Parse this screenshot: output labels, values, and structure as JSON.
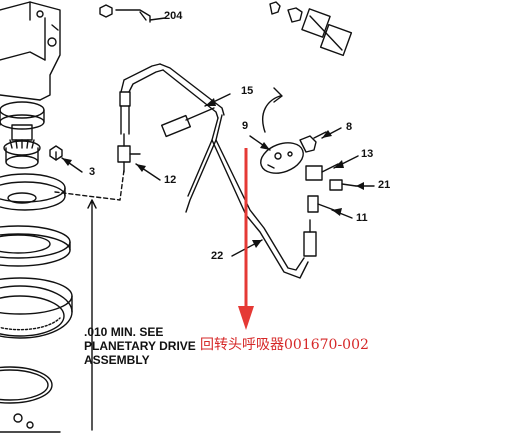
{
  "callouts": {
    "c204": "204",
    "c15": "15",
    "c9": "9",
    "c8": "8",
    "c13": "13",
    "c21": "21",
    "c11": "11",
    "c3": "3",
    "c12": "12",
    "c22": "22"
  },
  "note": {
    "line1": ".010 MIN. SEE",
    "line2": "PLANETARY DRIVE",
    "line3": "ASSEMBLY"
  },
  "annotation": {
    "text": "回转头呼吸器001670-002",
    "color": "#d62828"
  },
  "colors": {
    "line_art": "#111111",
    "arrow": "#e53935"
  }
}
